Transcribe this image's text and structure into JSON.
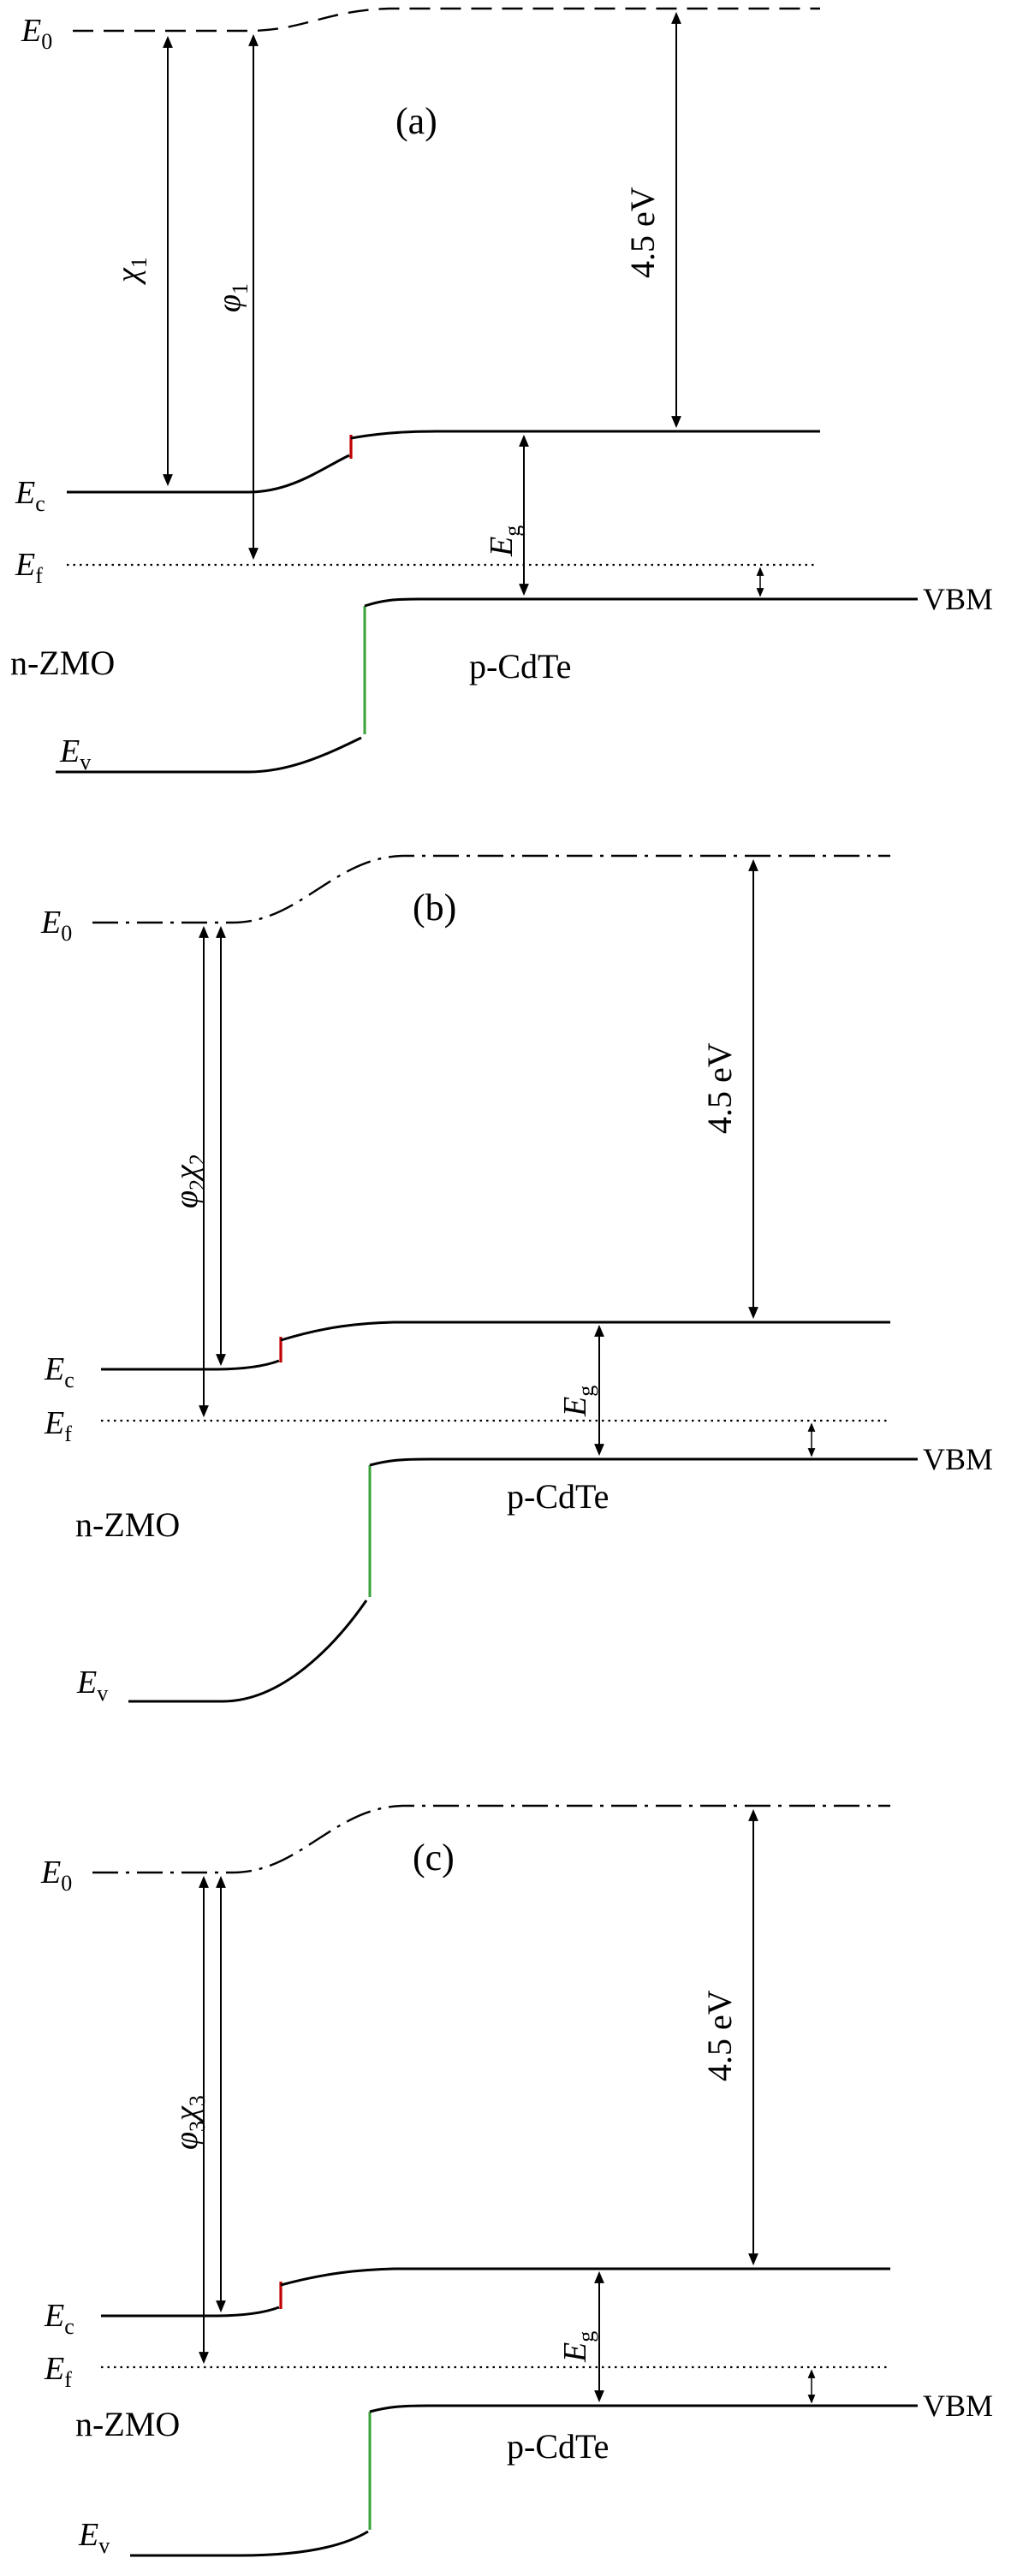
{
  "colors": {
    "accent-red": "#c00000",
    "accent-green": "#3aa23a",
    "ink": "#000000",
    "background": "#ffffff"
  },
  "panels": [
    {
      "tag": "(a)",
      "vacuum_level": {
        "base": "E",
        "sub": "0"
      },
      "electron_affinity": {
        "base": "χ",
        "sub": "1"
      },
      "work_function": {
        "base": "φ",
        "sub": "1"
      },
      "conduction_band": {
        "base": "E",
        "sub": "c"
      },
      "fermi_level": {
        "base": "E",
        "sub": "f"
      },
      "valence_band": {
        "base": "E",
        "sub": "v"
      },
      "band_gap": {
        "base": "E",
        "sub": "g"
      },
      "vacuum_to_cb": "4.5 eV",
      "left_material": "n-ZMO",
      "right_material": "p-CdTe",
      "vbm_label": "VBM"
    },
    {
      "tag": "(b)",
      "vacuum_level": {
        "base": "E",
        "sub": "0"
      },
      "electron_affinity": {
        "base": "χ",
        "sub": "2"
      },
      "work_function": {
        "base": "φ",
        "sub": "2"
      },
      "conduction_band": {
        "base": "E",
        "sub": "c"
      },
      "fermi_level": {
        "base": "E",
        "sub": "f"
      },
      "valence_band": {
        "base": "E",
        "sub": "v"
      },
      "band_gap": {
        "base": "E",
        "sub": "g"
      },
      "vacuum_to_cb": "4.5 eV",
      "left_material": "n-ZMO",
      "right_material": "p-CdTe",
      "vbm_label": "VBM"
    },
    {
      "tag": "(c)",
      "vacuum_level": {
        "base": "E",
        "sub": "0"
      },
      "electron_affinity": {
        "base": "χ",
        "sub": "3"
      },
      "work_function": {
        "base": "φ",
        "sub": "3"
      },
      "conduction_band": {
        "base": "E",
        "sub": "c"
      },
      "fermi_level": {
        "base": "E",
        "sub": "f"
      },
      "valence_band": {
        "base": "E",
        "sub": "v"
      },
      "band_gap": {
        "base": "E",
        "sub": "g"
      },
      "vacuum_to_cb": "4.5 eV",
      "left_material": "n-ZMO",
      "right_material": "p-CdTe",
      "vbm_label": "VBM"
    }
  ]
}
